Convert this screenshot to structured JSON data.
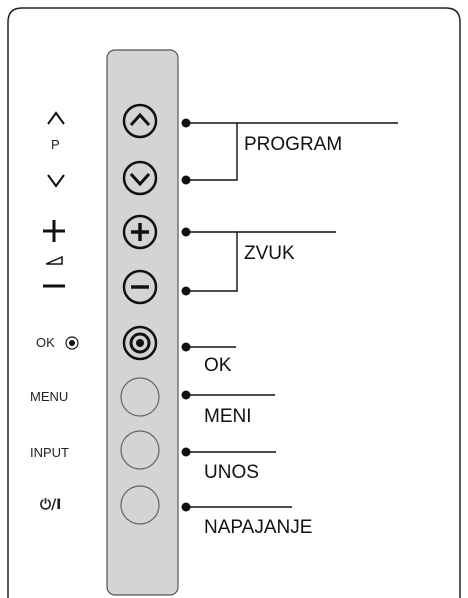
{
  "left_labels": {
    "p": "P",
    "ok": "OK",
    "menu": "MENU",
    "input": "INPUT",
    "power": "⏻/I"
  },
  "callouts": {
    "program": "PROGRAM",
    "zvuk": "ZVUK",
    "ok": "OK",
    "meni": "MENI",
    "unos": "UNOS",
    "napajanje": "NAPAJANJE"
  },
  "icons": [
    "chevron-up-icon",
    "chevron-down-icon",
    "plus-icon",
    "volume-ramp-icon",
    "minus-icon",
    "ok-radio-icon",
    "power-icon"
  ]
}
